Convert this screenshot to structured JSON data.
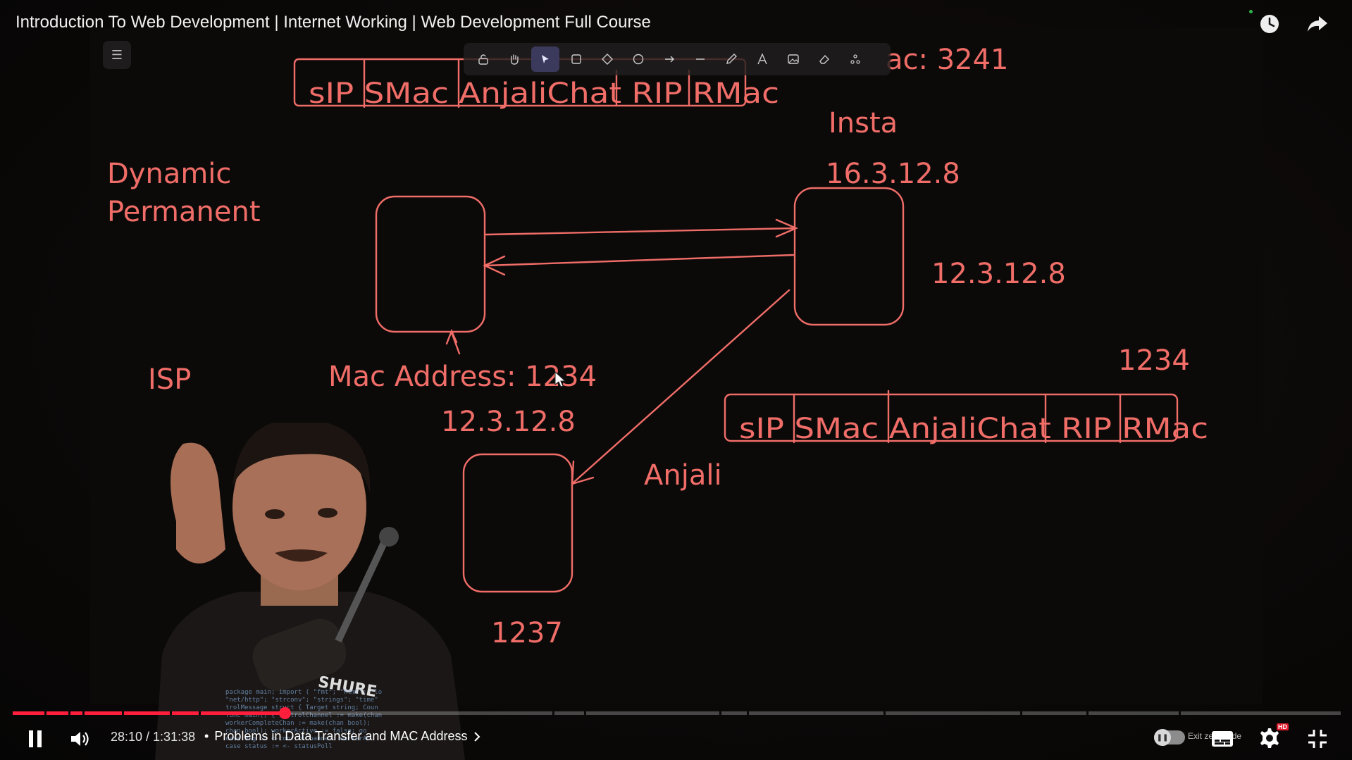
{
  "video": {
    "title": "Introduction To Web Development | Internet Working | Web Development Full Course",
    "current_time": "28:10",
    "duration": "1:31:38",
    "time_display": "28:10 / 1:31:38",
    "separator": "•",
    "chapter_title": "Problems in Data Transfer and MAC Address",
    "progress_fraction": 0.2046,
    "autoplay_label": "Exit zen mode",
    "quality_badge": "HD"
  },
  "top_icons": {
    "watch_later": "clock-icon",
    "share": "share-icon"
  },
  "whiteboard": {
    "toolbar_tools": [
      "lock-icon",
      "hand-icon",
      "select-icon",
      "rectangle-icon",
      "diamond-icon",
      "ellipse-icon",
      "arrow-icon",
      "line-icon",
      "pencil-icon",
      "text-icon",
      "image-icon",
      "eraser-icon",
      "more-tools-icon"
    ],
    "active_tool": "select-icon",
    "labels": {
      "top_mac": "ac: 3241",
      "packet_top": "sIP SMac AnjaliChat RIP RMac",
      "insta": "Insta",
      "insta_ip": "16.3.12.8",
      "dynamic": "Dynamic",
      "permanent": "Permanent",
      "router_ip": "12.3.12.8",
      "mac_address": "Mac Address: 1234",
      "sender_ip": "12.3.12.8",
      "isp": "ISP",
      "right_mac": "1234",
      "packet_bottom": "sIP SMac AnjaliChat RIP RMac",
      "anjali": "Anjali",
      "anjali_mac": "1237"
    },
    "packet_fields_top": [
      "sIP",
      "SMac",
      "AnjaliChat",
      "RIP",
      "RMac"
    ],
    "packet_fields_bottom": [
      "sIP",
      "SMac",
      "AnjaliChat",
      "RIP",
      "RMac"
    ]
  },
  "presenter": {
    "mic_brand": "SHURE"
  },
  "colors": {
    "ink": "#f06d68",
    "progress": "#ff1f3d",
    "active_tool": "#3b3a5c"
  }
}
